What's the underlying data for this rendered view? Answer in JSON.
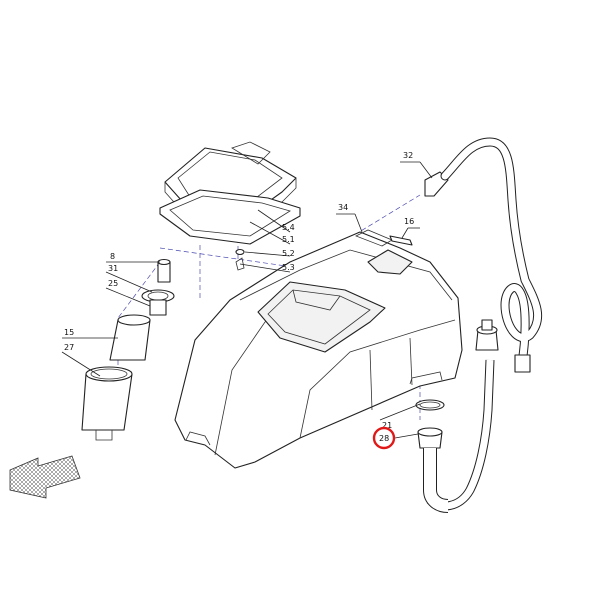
{
  "callouts": {
    "c32": "32",
    "c34": "34",
    "c16": "16",
    "c5_4": "5.4",
    "c5_1": "5.1",
    "c5_2": "5.2",
    "c5_3": "5.3",
    "c8": "8",
    "c31": "31",
    "c25": "25",
    "c15": "15",
    "c27": "27",
    "c21": "21",
    "c28": "28"
  },
  "highlight": {
    "callout": "28",
    "color": "#e01818"
  },
  "icons": {
    "view_arrow": "view-direction-arrow-icon"
  }
}
